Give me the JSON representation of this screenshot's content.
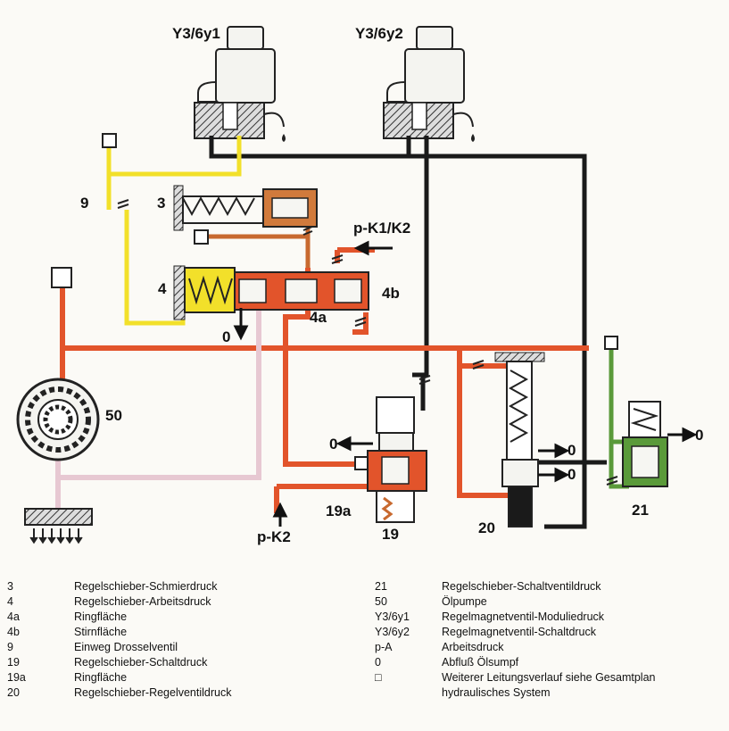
{
  "colors": {
    "black_line": "#1a1a1a",
    "red_line": "#e2542b",
    "orange_line": "#c8692f",
    "yellow_line": "#f2e02a",
    "pink_line": "#e7c8d2",
    "green_line": "#5a9a3a",
    "background": "#fbfaf6"
  },
  "labels": {
    "y3_6y1": "Y3/6y1",
    "y3_6y2": "Y3/6y2",
    "n9": "9",
    "n3": "3",
    "pk1k2": "p-K1/K2",
    "n4": "4",
    "n4b": "4b",
    "n4a": "4a",
    "n0_a": "0",
    "n0_b": "0",
    "n0_c": "0",
    "n0_d": "0",
    "n0_e": "0",
    "n50": "50",
    "n19a": "19a",
    "n19": "19",
    "n20": "20",
    "n21": "21",
    "pk2": "p-K2"
  },
  "legend_left": [
    {
      "code": "3",
      "desc": "Regelschieber-Schmierdruck"
    },
    {
      "code": "4",
      "desc": "Regelschieber-Arbeitsdruck"
    },
    {
      "code": "4a",
      "desc": "Ringfläche"
    },
    {
      "code": "4b",
      "desc": "Stirnfläche"
    },
    {
      "code": "9",
      "desc": "Einweg Drosselventil"
    },
    {
      "code": "19",
      "desc": "Regelschieber-Schaltdruck"
    },
    {
      "code": "19a",
      "desc": "Ringfläche"
    },
    {
      "code": "20",
      "desc": "Regelschieber-Regelventildruck"
    }
  ],
  "legend_right": [
    {
      "code": "21",
      "desc": "Regelschieber-Schaltventildruck"
    },
    {
      "code": "50",
      "desc": "Ölpumpe"
    },
    {
      "code": "Y3/6y1",
      "desc": "Regelmagnetventil-Moduliedruck"
    },
    {
      "code": "Y3/6y2",
      "desc": "Regelmagnetventil-Schaltdruck"
    },
    {
      "code": "p-A",
      "desc": "Arbeitsdruck"
    },
    {
      "code": "0",
      "desc": "Abfluß Ölsumpf"
    },
    {
      "code": "□",
      "desc": "Weiterer Leitungsverlauf siehe Gesamtplan"
    },
    {
      "code": "",
      "desc": "hydraulisches System"
    }
  ]
}
